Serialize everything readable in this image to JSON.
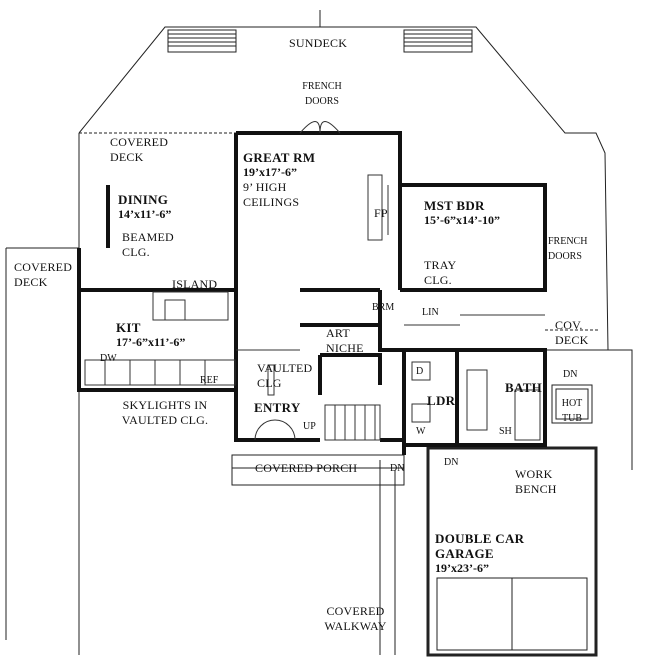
{
  "rooms": {
    "sundeck": "SUNDECK",
    "french_doors_top": [
      "FRENCH",
      "DOORS"
    ],
    "covered_deck_left": [
      "COVERED",
      "DECK"
    ],
    "great_rm": {
      "name": "GREAT RM",
      "dims": "19’x17’-6”",
      "notes": [
        "9’ HIGH",
        "CEILINGS"
      ]
    },
    "dining": {
      "name": "DINING",
      "dims": "14’x11’-6”",
      "notes": [
        "BEAMED",
        "CLG."
      ]
    },
    "covered_deck_side": [
      "COVERED",
      "DECK"
    ],
    "island": "ISLAND",
    "kit": {
      "name": "KIT",
      "dims": "17’-6”x11’-6”"
    },
    "dw": "DW",
    "ref": "REF",
    "skylights": [
      "SKYLIGHTS IN",
      "VAULTED CLG."
    ],
    "fp": "FP",
    "mst_bdr": {
      "name": "MST BDR",
      "dims": "15’-6”x14’-10”",
      "notes": [
        "TRAY",
        "CLG."
      ]
    },
    "french_doors_right": [
      "FRENCH",
      "DOORS"
    ],
    "brm": "BRM",
    "lin": "LIN",
    "art_niche": [
      "ART",
      "NICHE"
    ],
    "vaulted_clg": [
      "VAULTED",
      "CLG"
    ],
    "entry": "ENTRY",
    "up": "UP",
    "ldr": "LDR",
    "d": "D",
    "w": "W",
    "bath": "BATH",
    "sh": "SH",
    "cov_deck": [
      "COV.",
      "DECK"
    ],
    "dn_deck": "DN",
    "hot_tub": [
      "HOT",
      "TUB"
    ],
    "covered_porch": "COVERED PORCH",
    "dn_porch": "DN",
    "dn_garage": "DN",
    "work_bench": [
      "WORK",
      "BENCH"
    ],
    "garage": {
      "name": [
        "DOUBLE CAR",
        "GARAGE"
      ],
      "dims": "19’x23’-6”"
    },
    "covered_walkway": [
      "COVERED",
      "WALKWAY"
    ]
  }
}
